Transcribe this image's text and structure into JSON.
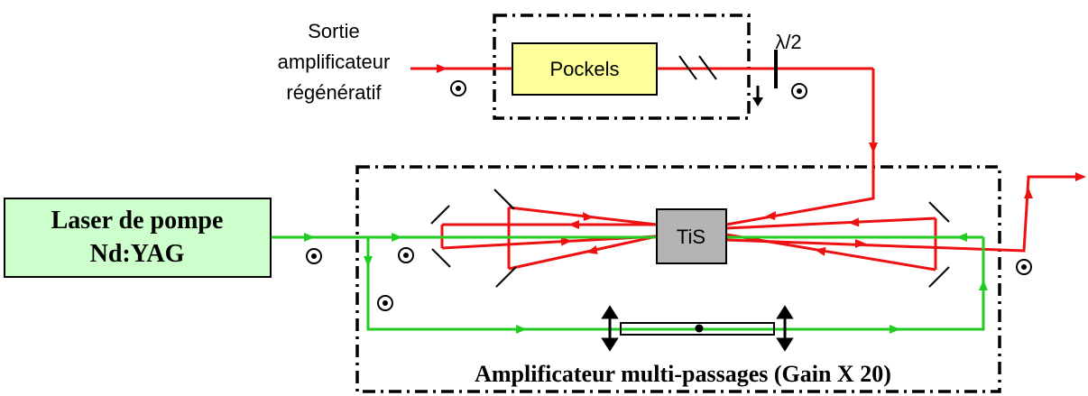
{
  "labels": {
    "source_line1": "Sortie",
    "source_line2": "amplificateur",
    "source_line3": "régénératif",
    "pockels": "Pockels",
    "half_wave": "λ/2",
    "crystal": "TiS",
    "pump_line1": "Laser de pompe",
    "pump_line2": "Nd:YAG",
    "amplifier_caption": "Amplificateur multi-passages  (Gain X 20)"
  },
  "colors": {
    "red_beam": "#ee1111",
    "green_beam": "#22cc22",
    "pockels_fill": "#ffff99",
    "pump_fill": "#ccffcc",
    "crystal_fill": "#b4b4b4",
    "frame": "#000000"
  },
  "icons": {
    "polarization": "dot-in-circle",
    "translation": "double-headed-arrow"
  }
}
